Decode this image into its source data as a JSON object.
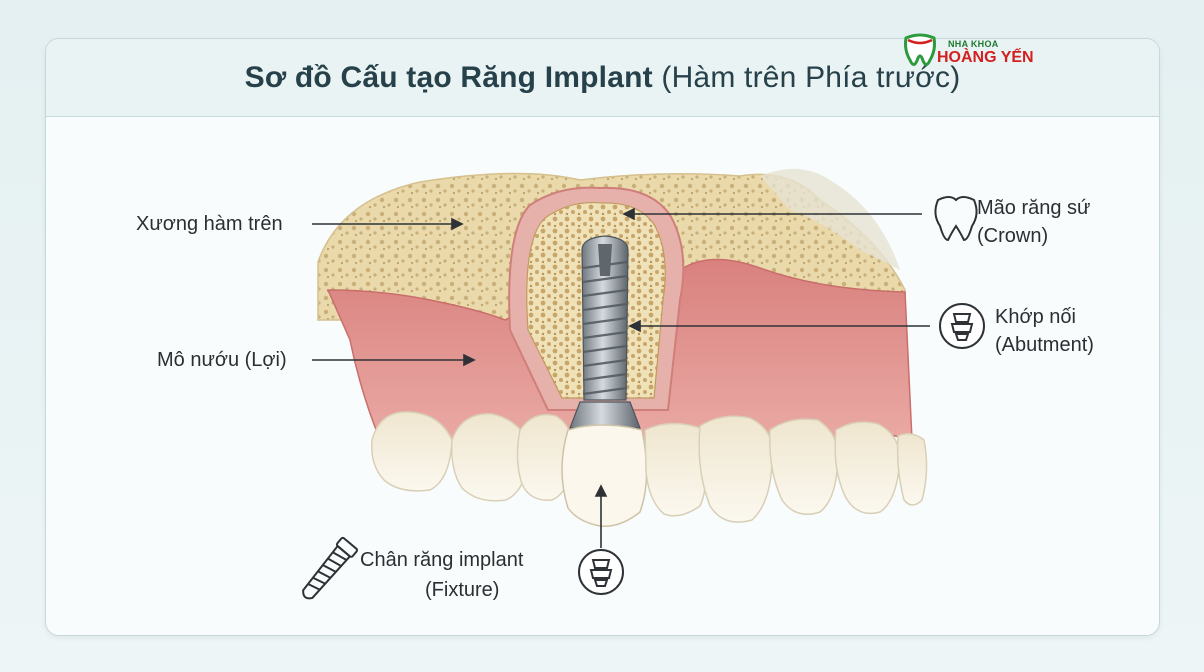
{
  "title": {
    "main": "Sơ đồ Cấu tạo Răng Implant",
    "sub": "(Hàm trên Phía trước)"
  },
  "logo": {
    "line1": "NHA KHOA",
    "line2": "HOÀNG YẾN",
    "icon": "tooth-logo-icon"
  },
  "labels": {
    "upper_jaw_bone": "Xương hàm trên",
    "gum": "Mô nướu (Lợi)",
    "crown_line1": "Mão răng sứ",
    "crown_line2": "(Crown)",
    "abutment_line1": "Khớp nối",
    "abutment_line2": "(Abutment)",
    "fixture_line1": "Chân răng implant",
    "fixture_line2": "(Fixture)"
  },
  "icons": {
    "crown": "tooth-icon",
    "abutment": "abutment-icon",
    "fixture": "implant-screw-icon"
  },
  "colors": {
    "title": "#27414a",
    "gum": "#e0918e",
    "bone": "#e8d7a8",
    "tooth": "#f5efe0",
    "implant": "#9aa2a9",
    "arrow": "#2e3236"
  }
}
